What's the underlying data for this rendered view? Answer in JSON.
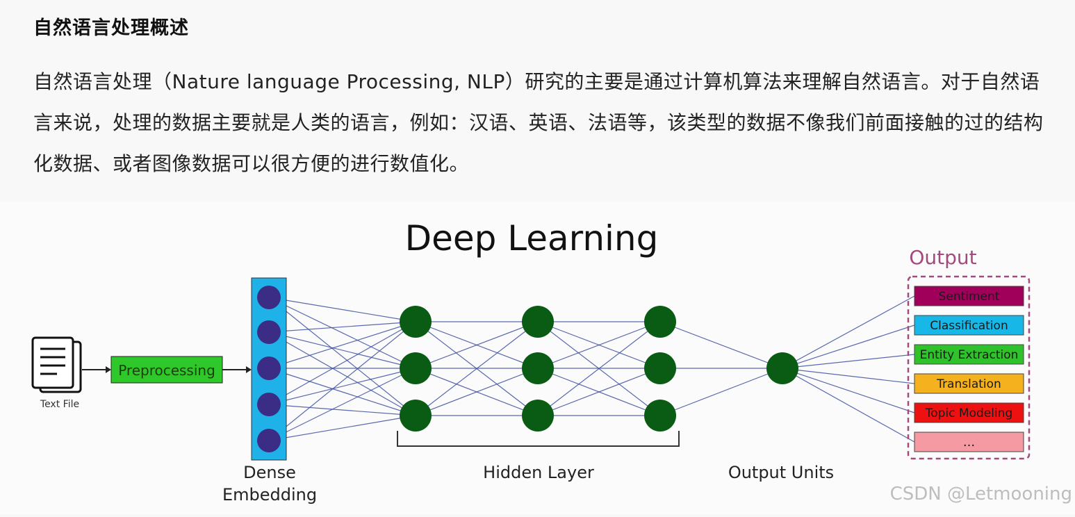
{
  "article": {
    "heading": "自然语言处理概述",
    "paragraph": "自然语言处理（Nature language Processing, NLP）研究的主要是通过计算机算法来理解自然语言。对于自然语言来说，处理的数据主要就是人类的语言，例如：汉语、英语、法语等，该类型的数据不像我们前面接触的过的结构化数据、或者图像数据可以很方便的进行数值化。"
  },
  "diagram": {
    "title": "Deep Learning",
    "text_file_label": "Text File",
    "preprocessing_label": "Preprocessing",
    "dense_label_line1": "Dense",
    "dense_label_line2": "Embedding",
    "hidden_layer_label": "Hidden Layer",
    "output_units_label": "Output Units",
    "output_title": "Output",
    "outputs": [
      {
        "label": "Sentiment",
        "color": "#a0005a"
      },
      {
        "label": "Classification",
        "color": "#17b7e8"
      },
      {
        "label": "Entity Extraction",
        "color": "#2fc22a"
      },
      {
        "label": "Translation",
        "color": "#f5b21e"
      },
      {
        "label": "Topic Modeling",
        "color": "#ee1111"
      },
      {
        "label": "...",
        "color": "#f59aa3"
      }
    ],
    "colors": {
      "embedding_bar": "#1fb2e8",
      "embedding_node": "#3b2c86",
      "hidden_node": "#0a5c14",
      "preprocessing_box": "#2ec82a",
      "output_border": "#a3497d",
      "edge": "#3c4fa0"
    }
  },
  "watermark": "CSDN @Letmooning"
}
